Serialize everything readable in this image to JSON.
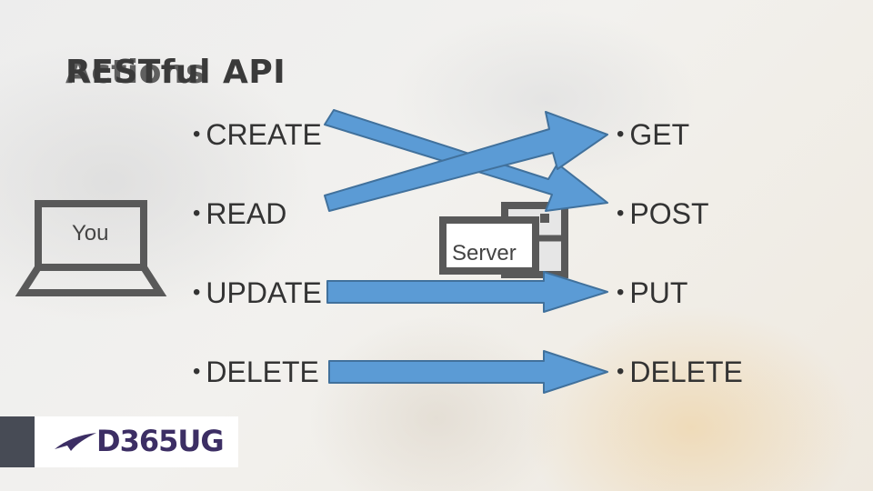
{
  "slide": {
    "title_main": "RESTful API",
    "title_overlap": "Actions"
  },
  "left_actions": [
    {
      "label": "CREATE"
    },
    {
      "label": "READ"
    },
    {
      "label": "UPDATE"
    },
    {
      "label": "DELETE"
    }
  ],
  "right_methods": [
    {
      "label": "GET"
    },
    {
      "label": "POST"
    },
    {
      "label": "PUT"
    },
    {
      "label": "DELETE"
    }
  ],
  "bullet_char": "•",
  "laptop": {
    "label": "You",
    "icon": "laptop-icon"
  },
  "server": {
    "label": "Server",
    "icon": "server-icon"
  },
  "logo": {
    "text": "D365UG",
    "icon": "logo-swoosh-icon"
  },
  "colors": {
    "arrow_fill": "#5b9bd5",
    "arrow_stroke": "#41719c",
    "icon_gray": "#595959",
    "logo_text": "#3c2e64",
    "logo_bar": "#474b55"
  }
}
